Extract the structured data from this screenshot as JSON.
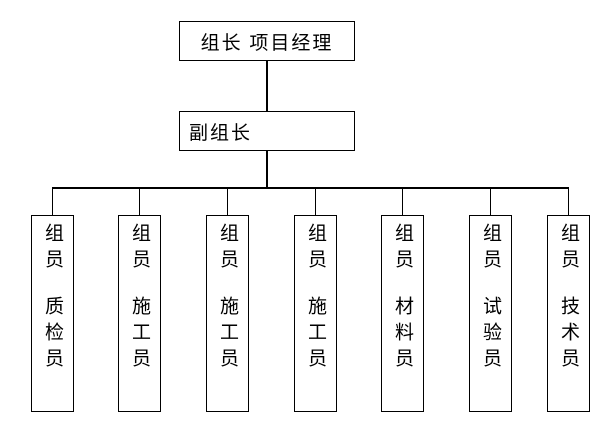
{
  "org_chart": {
    "colors": {
      "background": "#ffffff",
      "line": "#000000",
      "text": "#000000"
    },
    "leader": {
      "label": "组长 项目经理"
    },
    "deputy": {
      "label": "副组长"
    },
    "members": [
      {
        "role": "组员",
        "title": "质检员"
      },
      {
        "role": "组员",
        "title": "施工员"
      },
      {
        "role": "组员",
        "title": "施工员"
      },
      {
        "role": "组员",
        "title": "施工员"
      },
      {
        "role": "组员",
        "title": "材料员"
      },
      {
        "role": "组员",
        "title": "试验员"
      },
      {
        "role": "组员",
        "title": "技术员"
      }
    ]
  }
}
